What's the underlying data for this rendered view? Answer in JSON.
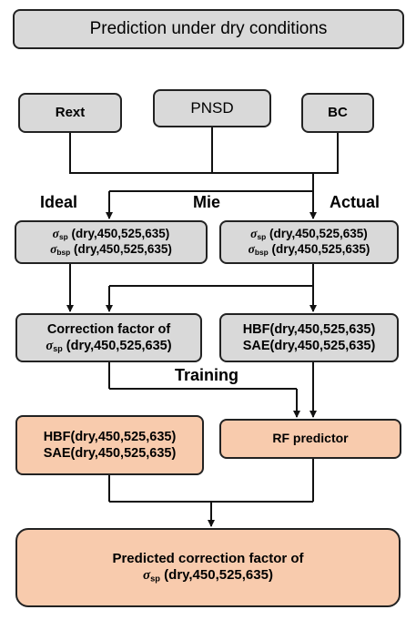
{
  "title": "Prediction under dry conditions",
  "inputs": {
    "rext": "Rext",
    "pnsd": "PNSD",
    "bc": "BC"
  },
  "labels": {
    "ideal": "Ideal",
    "mie": "Mie",
    "actual": "Actual",
    "training": "Training"
  },
  "symbols": {
    "sigma": "σ",
    "sp": "sp",
    "bsp": "bsp"
  },
  "ideal_box": {
    "line1": "(dry,450,525,635)",
    "line2": "(dry,450,525,635)"
  },
  "actual_box": {
    "line1": "(dry,450,525,635)",
    "line2": "(dry,450,525,635)"
  },
  "correction_box": {
    "line1": "Correction factor of",
    "line2": "(dry,450,525,635)"
  },
  "hbf_sae_right": {
    "line1": "HBF(dry,450,525,635)",
    "line2": "SAE(dry,450,525,635)"
  },
  "hbf_sae_left": {
    "line1": "HBF(dry,450,525,635)",
    "line2": "SAE(dry,450,525,635)"
  },
  "rf_predictor": "RF predictor",
  "output_box": {
    "line1": "Predicted correction factor of",
    "line2": "(dry,450,525,635)"
  },
  "colors": {
    "gray_fill": "#d9d9d9",
    "peach_fill": "#f8cbad",
    "stroke": "#222222"
  }
}
